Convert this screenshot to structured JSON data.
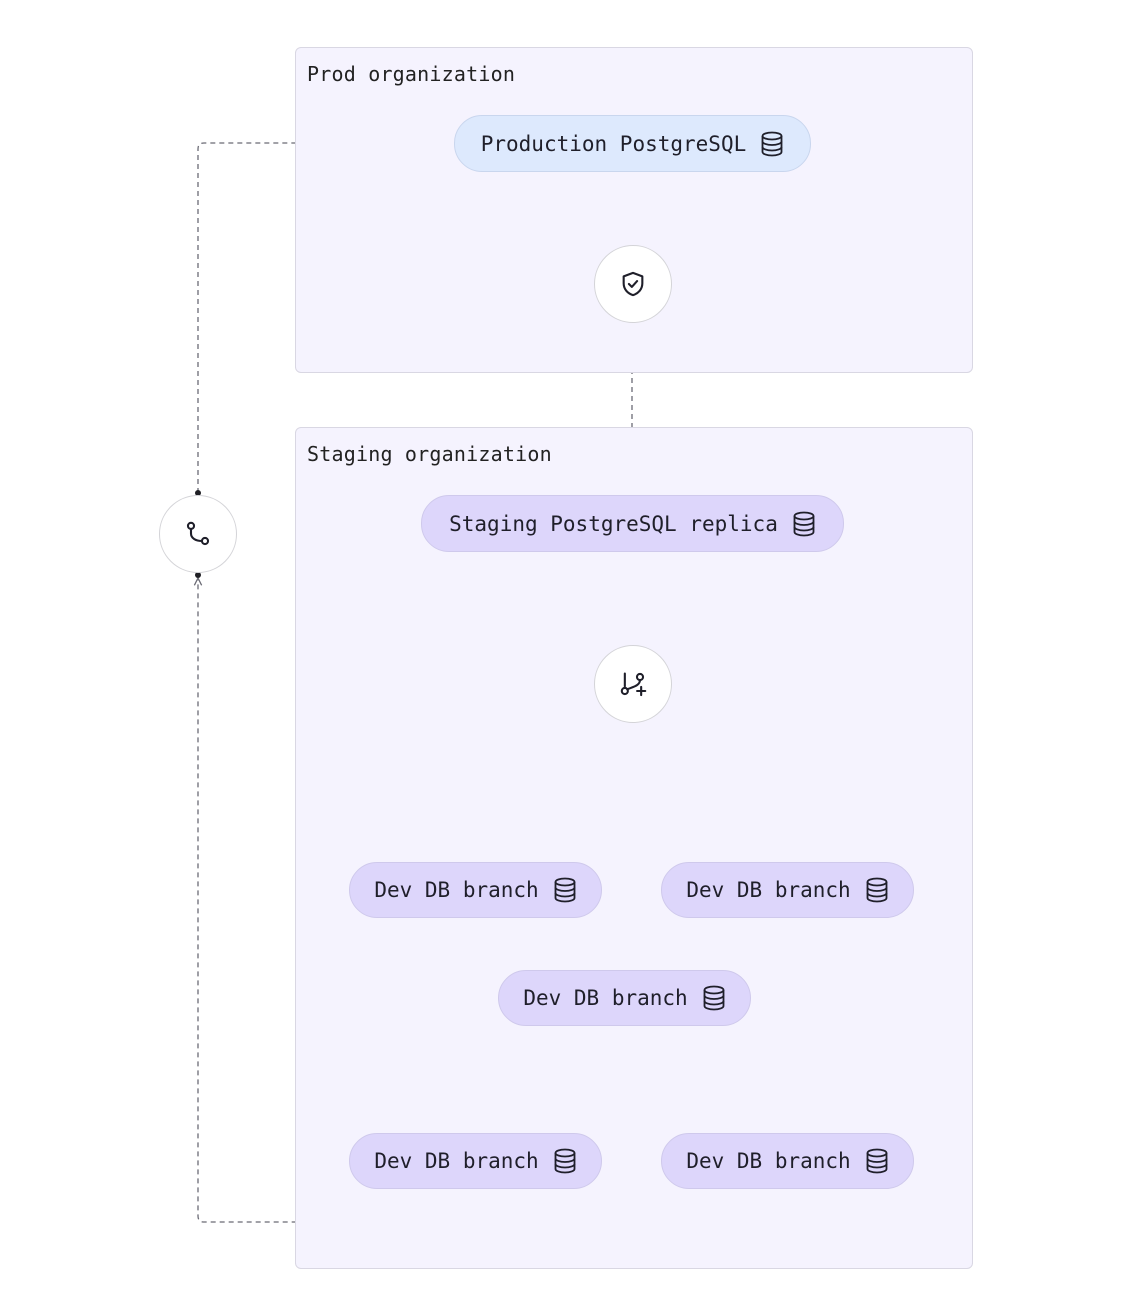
{
  "groups": {
    "prod": {
      "label": "Prod organization"
    },
    "staging": {
      "label": "Staging organization"
    }
  },
  "nodes": {
    "production_db": {
      "label": "Production PostgreSQL",
      "icon": "database-icon"
    },
    "security_step": {
      "icon": "shield-check-icon"
    },
    "staging_replica": {
      "label": "Staging PostgreSQL replica",
      "icon": "database-icon"
    },
    "branch_create_step": {
      "icon": "git-branch-plus-icon"
    },
    "dev_branch_1": {
      "label": "Dev DB branch",
      "icon": "database-icon"
    },
    "dev_branch_2": {
      "label": "Dev DB branch",
      "icon": "database-icon"
    },
    "dev_branch_3": {
      "label": "Dev DB branch",
      "icon": "database-icon"
    },
    "dev_branch_4": {
      "label": "Dev DB branch",
      "icon": "database-icon"
    },
    "dev_branch_5": {
      "label": "Dev DB branch",
      "icon": "database-icon"
    },
    "merge_step": {
      "icon": "git-merge-icon"
    }
  },
  "colors": {
    "group_fill": "#f5f3fe",
    "prod_node_fill": "#dde9fd",
    "staging_node_fill": "#ddd6fb",
    "edge": "#6b6b75"
  }
}
